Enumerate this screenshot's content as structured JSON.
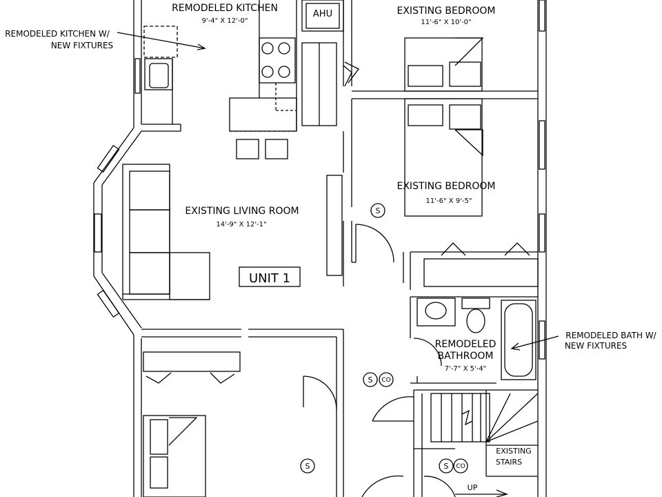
{
  "rooms": {
    "kitchen": {
      "name": "REMODELED KITCHEN",
      "dims": "9'-4\" X 12'-0\""
    },
    "bedroom_top": {
      "name": "EXISTING BEDROOM",
      "dims": "11'-6\" X 10'-0\""
    },
    "bedroom_mid": {
      "name": "EXISTING BEDROOM",
      "dims": "11'-6\" X 9'-5\""
    },
    "living": {
      "name": "EXISTING LIVING ROOM",
      "dims": "14'-9\" X 12'-1\""
    },
    "bathroom": {
      "name_line1": "REMODELED",
      "name_line2": "BATHROOM",
      "dims": "7'-7\" X 5'-4\""
    },
    "stairs": {
      "name_line1": "EXISTING",
      "name_line2": "STAIRS"
    }
  },
  "unit_label": "UNIT 1",
  "equipment": {
    "ahu": "AHU"
  },
  "notes": {
    "kitchen_note_line1": "REMODELED KITCHEN W/",
    "kitchen_note_line2": "NEW FIXTURES",
    "bath_note_line1": "REMODELED BATH W/",
    "bath_note_line2": "NEW FIXTURES",
    "stairs_up": "UP"
  },
  "symbols": {
    "smoke": "S",
    "co": "CO"
  }
}
